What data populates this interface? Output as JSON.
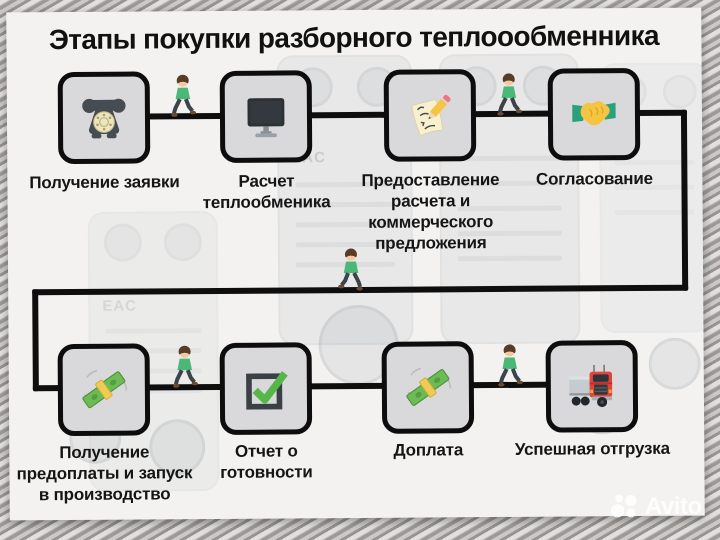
{
  "title": "Этапы покупки разборного теплоообменника",
  "flow": {
    "steps": [
      {
        "label": "Получение заявки",
        "icon": "phone-icon"
      },
      {
        "label": "Расчет\nтеплообменика",
        "icon": "computer-icon"
      },
      {
        "label": "Предоставление\nрасчета и\nкоммерческого\nпредложения",
        "icon": "memo-pencil-icon"
      },
      {
        "label": "Согласование",
        "icon": "handshake-icon"
      },
      {
        "label": "Получение\nпредоплаты и запуск\nв производство",
        "icon": "money-icon"
      },
      {
        "label": "Отчет о\nготовности",
        "icon": "checkbox-icon"
      },
      {
        "label": "Доплата",
        "icon": "money-icon"
      },
      {
        "label": "Успешная отгрузка",
        "icon": "truck-icon"
      }
    ],
    "walker_icon": "walking-person-icon"
  },
  "background": {
    "conformity_mark": "EAC"
  },
  "watermark": {
    "brand": "Avito"
  },
  "colors": {
    "connector": "#0e0e0e",
    "node_fill": "#d9d9db",
    "node_border": "#0d0d0d",
    "panel": "#f3f2f1",
    "shirt_green": "#4cb878",
    "check_green": "#56b64a",
    "money_green": "#6cbb53",
    "truck_red": "#e0443a",
    "handshake_yellow": "#f5c542",
    "sleeve_green": "#2aa17c",
    "pencil_yellow": "#f6c445",
    "dial_cream": "#eee5bd"
  }
}
